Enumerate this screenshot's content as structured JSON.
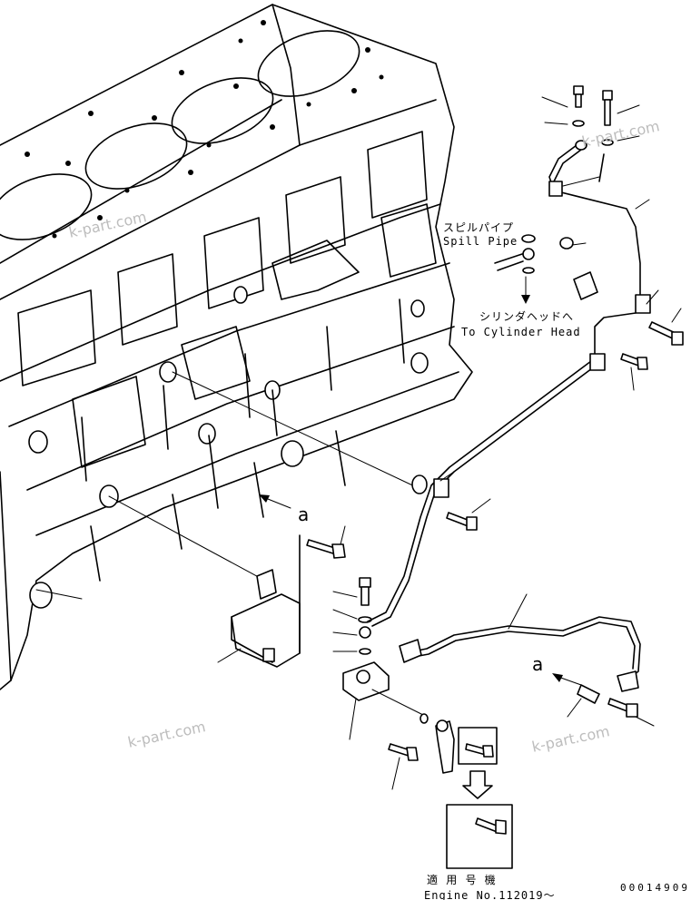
{
  "labels": {
    "spill_pipe_jp": "スピルパイプ",
    "spill_pipe_en": "Spill Pipe",
    "to_head_jp": "シリンダヘッドへ",
    "to_head_en": "To Cylinder Head",
    "view_a_top": "a",
    "view_a_right": "a",
    "applicable_jp": "適 用 号 機",
    "engine_no": "Engine No.112019～",
    "drawing_number": "00014909"
  },
  "watermark": "k-part.com",
  "icons": {
    "arrow_down": "arrow-down-icon",
    "arrow_left": "arrow-left-icon"
  }
}
